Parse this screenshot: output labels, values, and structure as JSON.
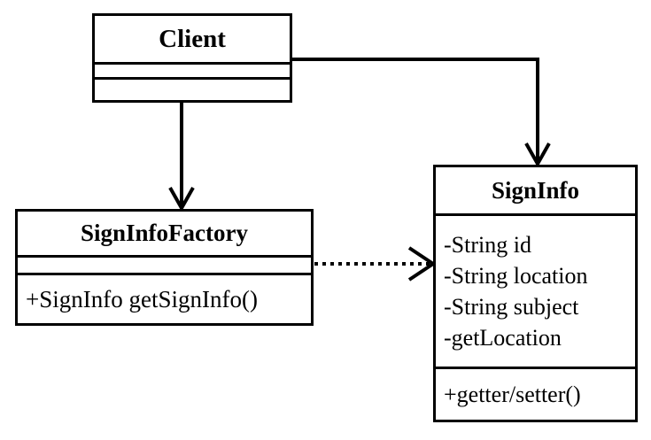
{
  "diagram": {
    "type": "uml-class-diagram",
    "background_color": "#ffffff",
    "line_color": "#000000",
    "classes": [
      {
        "id": "client",
        "name": "Client",
        "attributes": [],
        "methods": []
      },
      {
        "id": "signinfofactory",
        "name": "SignInfoFactory",
        "attributes": [],
        "methods": [
          "+SignInfo getSignInfo()"
        ]
      },
      {
        "id": "signinfo",
        "name": "SignInfo",
        "attributes": [
          "-String id",
          "-String location",
          "-String subject",
          "-getLocation"
        ],
        "methods": [
          "+getter/setter()"
        ]
      }
    ],
    "connectors": [
      {
        "id": "client-to-factory",
        "from": "Client",
        "to": "SignInfoFactory",
        "style": "solid",
        "arrowhead": "open"
      },
      {
        "id": "client-to-signinfo",
        "from": "Client",
        "to": "SignInfo",
        "style": "solid",
        "routing": "elbow",
        "arrowhead": "open"
      },
      {
        "id": "factory-to-signinfo",
        "from": "SignInfoFactory",
        "to": "SignInfo",
        "style": "dotted",
        "arrowhead": "open",
        "relationship": "dependency"
      }
    ]
  }
}
